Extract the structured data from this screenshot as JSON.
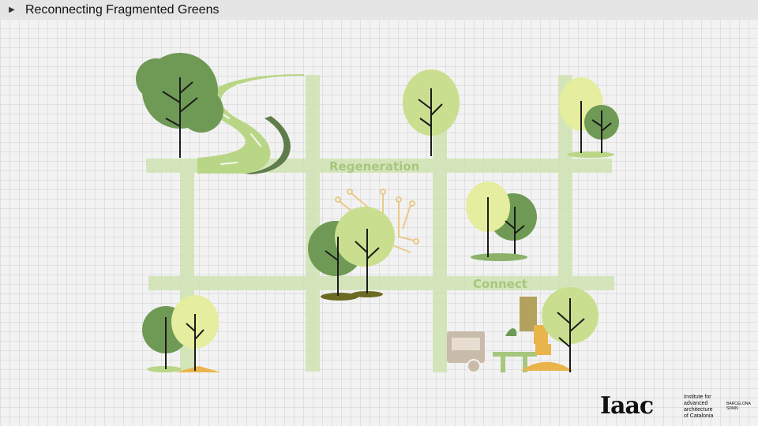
{
  "header": {
    "toggle_icon": "triangle-right-icon",
    "title": "Reconnecting Fragmented Greens"
  },
  "diagram": {
    "labels": {
      "regeneration": "Regeneration",
      "connect": "Connect"
    }
  },
  "logo": {
    "mark": "Iaac",
    "line1": "Institute for",
    "line2": "advanced",
    "line3": "architecture",
    "line4": "of Catalonia",
    "location1": "BARCELONA",
    "location2": "SPAIN"
  },
  "colors": {
    "grid_band": "#cfe3b2",
    "tree_light": "#c9df8f",
    "tree_dark": "#6f9a55",
    "trunk": "#1b1b1b",
    "accent_orange": "#e9b44c",
    "label_green": "#a7c67e"
  }
}
